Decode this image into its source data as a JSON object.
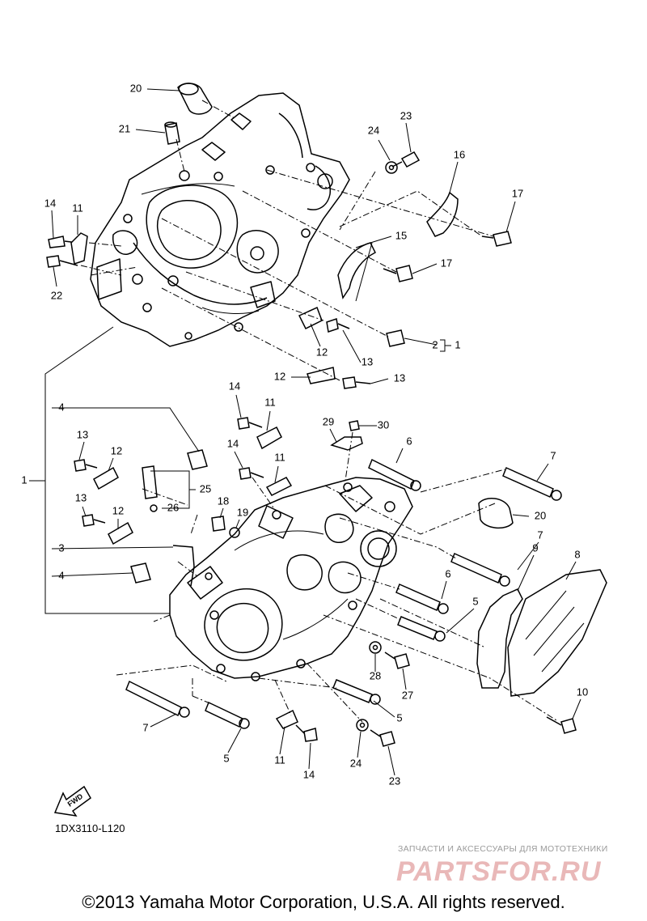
{
  "diagram_code": "1DX3110-L120",
  "fwd_label": "FWD",
  "watermark_text": "ЗАПЧАСТИ И АКСЕССУАРЫ ДЛЯ МОТОТЕХНИКИ",
  "watermark_logo": "PARTSFOR.RU",
  "copyright": "©2013 Yamaha Motor Corporation, U.S.A. All rights reserved.",
  "callouts": [
    {
      "id": "20a",
      "label": "20"
    },
    {
      "id": "21",
      "label": "21"
    },
    {
      "id": "24a",
      "label": "24"
    },
    {
      "id": "23a",
      "label": "23"
    },
    {
      "id": "16",
      "label": "16"
    },
    {
      "id": "17a",
      "label": "17"
    },
    {
      "id": "14a",
      "label": "14"
    },
    {
      "id": "11a",
      "label": "11"
    },
    {
      "id": "15",
      "label": "15"
    },
    {
      "id": "17b",
      "label": "17"
    },
    {
      "id": "22",
      "label": "22"
    },
    {
      "id": "2",
      "label": "2"
    },
    {
      "id": "2r",
      "label": "1"
    },
    {
      "id": "12a",
      "label": "12"
    },
    {
      "id": "13a",
      "label": "13"
    },
    {
      "id": "12b",
      "label": "12"
    },
    {
      "id": "13b",
      "label": "13"
    },
    {
      "id": "14b",
      "label": "14"
    },
    {
      "id": "11b",
      "label": "11"
    },
    {
      "id": "4a",
      "label": "4"
    },
    {
      "id": "29",
      "label": "29"
    },
    {
      "id": "30",
      "label": "30"
    },
    {
      "id": "13c",
      "label": "13"
    },
    {
      "id": "12c",
      "label": "12"
    },
    {
      "id": "14c",
      "label": "14"
    },
    {
      "id": "6a",
      "label": "6"
    },
    {
      "id": "11c",
      "label": "11"
    },
    {
      "id": "7a",
      "label": "7"
    },
    {
      "id": "1",
      "label": "1"
    },
    {
      "id": "25",
      "label": "25"
    },
    {
      "id": "13d",
      "label": "13"
    },
    {
      "id": "26",
      "label": "26"
    },
    {
      "id": "12d",
      "label": "12"
    },
    {
      "id": "18",
      "label": "18"
    },
    {
      "id": "19",
      "label": "19"
    },
    {
      "id": "20b",
      "label": "20"
    },
    {
      "id": "3",
      "label": "3"
    },
    {
      "id": "7b",
      "label": "7"
    },
    {
      "id": "9",
      "label": "9"
    },
    {
      "id": "8",
      "label": "8"
    },
    {
      "id": "4b",
      "label": "4"
    },
    {
      "id": "6b",
      "label": "6"
    },
    {
      "id": "5a",
      "label": "5"
    },
    {
      "id": "28",
      "label": "28"
    },
    {
      "id": "27",
      "label": "27"
    },
    {
      "id": "10",
      "label": "10"
    },
    {
      "id": "5b",
      "label": "5"
    },
    {
      "id": "7c",
      "label": "7"
    },
    {
      "id": "5c",
      "label": "5"
    },
    {
      "id": "11d",
      "label": "11"
    },
    {
      "id": "14d",
      "label": "14"
    },
    {
      "id": "24b",
      "label": "24"
    },
    {
      "id": "23b",
      "label": "23"
    }
  ]
}
